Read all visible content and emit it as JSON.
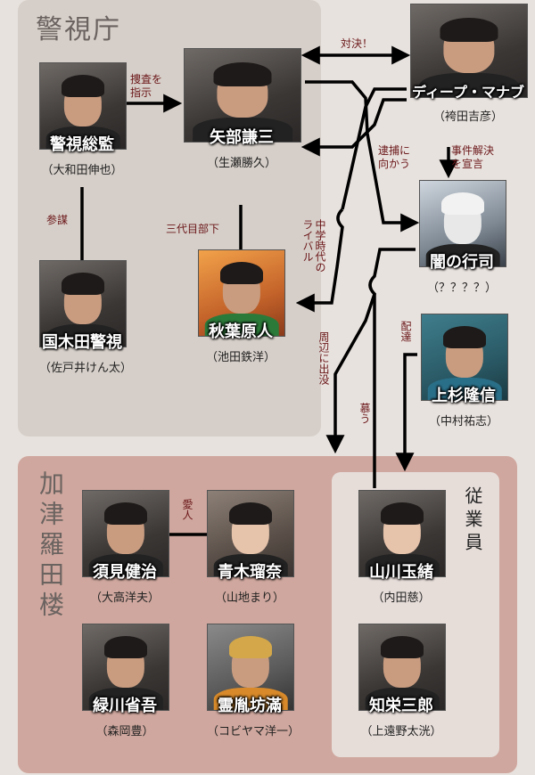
{
  "groups": {
    "keishicho": "警視庁",
    "kazura": "加津羅田楼",
    "staff": "従業員"
  },
  "people": {
    "kanto": {
      "name": "警視総監",
      "actor": "（大和田伸也）"
    },
    "yabe": {
      "name": "矢部謙三",
      "actor": "（生瀬勝久）"
    },
    "manabu": {
      "name": "ディープ・マナブ",
      "actor": "（袴田吉彦）"
    },
    "yami": {
      "name": "闇の行司",
      "actor": "（？？？？）"
    },
    "kunikida": {
      "name": "国木田警視",
      "actor": "（佐戸井けん太）"
    },
    "akihabara": {
      "name": "秋葉原人",
      "actor": "（池田鉄洋）"
    },
    "uesugi": {
      "name": "上杉隆信",
      "actor": "（中村祐志）"
    },
    "sumi": {
      "name": "須見健治",
      "actor": "（大高洋夫）"
    },
    "aoki": {
      "name": "青木瑠奈",
      "actor": "（山地まり）"
    },
    "yamakawa": {
      "name": "山川玉緒",
      "actor": "（内田慈）"
    },
    "midorikawa": {
      "name": "緑川省吾",
      "actor": "（森岡豊）"
    },
    "reiran": {
      "name": "霊胤坊滿",
      "actor": "（コビヤマ洋一）"
    },
    "chie": {
      "name": "知栄三郎",
      "actor": "（上遠野太洸）"
    }
  },
  "relations": {
    "sousa": "捜査を\n指示",
    "taiketsu": "対決！",
    "sanbou": "参謀",
    "sandaime": "三代目部下",
    "taiho": "逮捕に\n向かう",
    "jiken": "事件解決\nを宣言",
    "chugaku": "中学時代の\nライバル",
    "shuhen": "周辺に出没",
    "haitatsu": "配達",
    "shitau": "慕う",
    "aijin": "愛人"
  },
  "colors": {
    "keishicho_bg": "#d6cfc9",
    "kazura_bg": "#cfa79e",
    "staff_bg": "#e6ddd9",
    "label": "#6a1618",
    "line": "#000000"
  }
}
